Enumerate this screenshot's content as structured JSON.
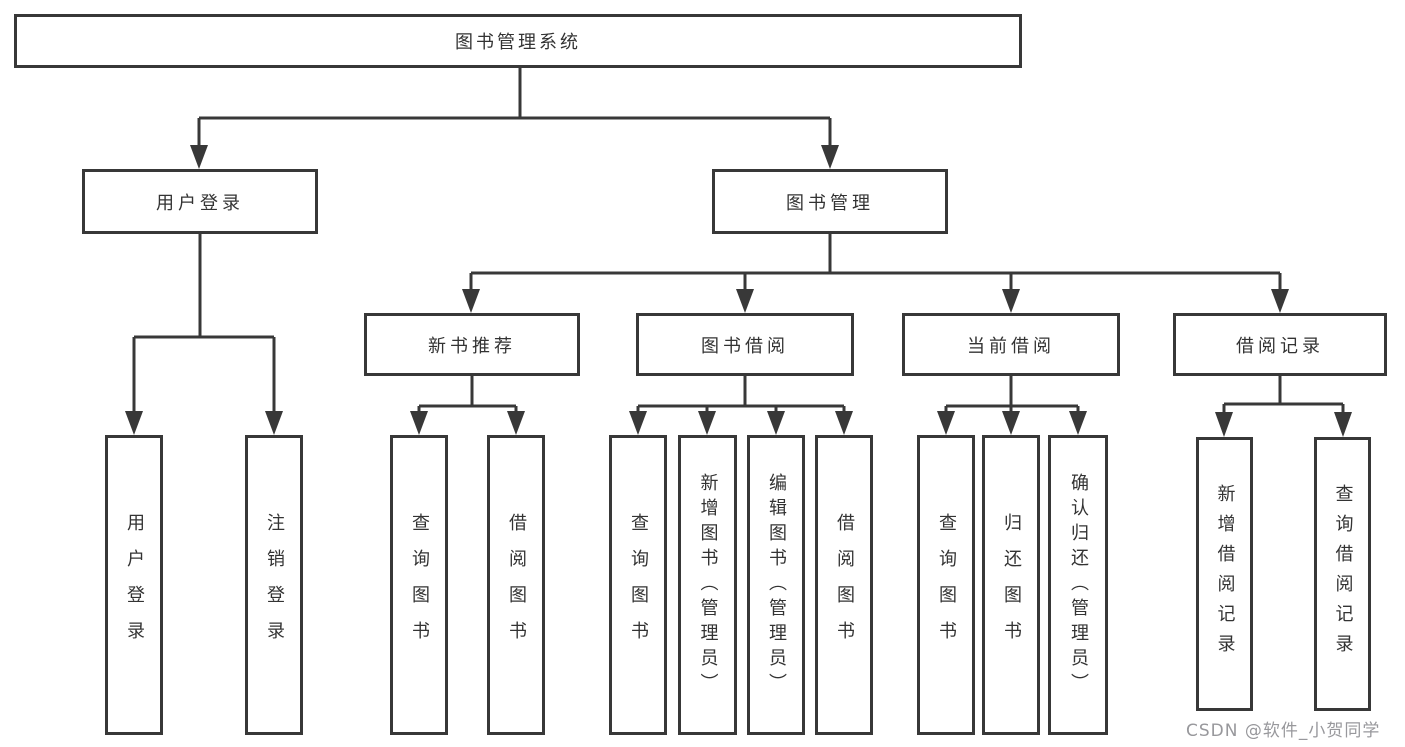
{
  "diagram": {
    "root": "图书管理系统",
    "branches": [
      {
        "label": "用户登录",
        "children": [
          "用户登录",
          "注销登录"
        ]
      },
      {
        "label": "图书管理",
        "groups": [
          {
            "label": "新书推荐",
            "children": [
              "查询图书",
              "借阅图书"
            ]
          },
          {
            "label": "图书借阅",
            "children": [
              "查询图书",
              "新增图书（管理员）",
              "编辑图书（管理员）",
              "借阅图书"
            ]
          },
          {
            "label": "当前借阅",
            "children": [
              "查询图书",
              "归还图书",
              "确认归还（管理员）"
            ]
          },
          {
            "label": "借阅记录",
            "children": [
              "新增借阅记录",
              "查询借阅记录"
            ]
          }
        ]
      }
    ]
  },
  "colors": {
    "line": "#383838",
    "text": "#333333",
    "watermark": "#98989c"
  },
  "watermark": "CSDN @软件_小贺同学"
}
